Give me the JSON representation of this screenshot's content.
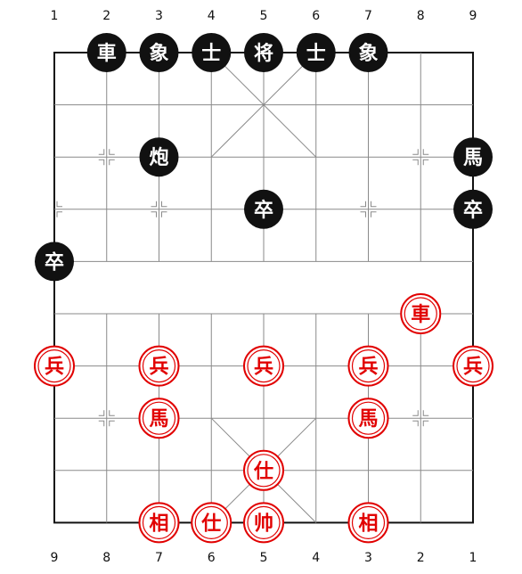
{
  "board": {
    "top_file_labels": [
      "1",
      "2",
      "3",
      "4",
      "5",
      "6",
      "7",
      "8",
      "9"
    ],
    "bottom_file_labels": [
      "9",
      "8",
      "7",
      "6",
      "5",
      "4",
      "3",
      "2",
      "1"
    ],
    "pieces": [
      {
        "side": "black",
        "glyph": "車",
        "col": 1,
        "row": 0,
        "name": "black-chariot"
      },
      {
        "side": "black",
        "glyph": "象",
        "col": 2,
        "row": 0,
        "name": "black-elephant"
      },
      {
        "side": "black",
        "glyph": "士",
        "col": 3,
        "row": 0,
        "name": "black-advisor"
      },
      {
        "side": "black",
        "glyph": "将",
        "col": 4,
        "row": 0,
        "name": "black-general"
      },
      {
        "side": "black",
        "glyph": "士",
        "col": 5,
        "row": 0,
        "name": "black-advisor"
      },
      {
        "side": "black",
        "glyph": "象",
        "col": 6,
        "row": 0,
        "name": "black-elephant"
      },
      {
        "side": "black",
        "glyph": "炮",
        "col": 2,
        "row": 2,
        "name": "black-cannon"
      },
      {
        "side": "black",
        "glyph": "馬",
        "col": 8,
        "row": 2,
        "name": "black-horse"
      },
      {
        "side": "black",
        "glyph": "卒",
        "col": 4,
        "row": 3,
        "name": "black-soldier"
      },
      {
        "side": "black",
        "glyph": "卒",
        "col": 8,
        "row": 3,
        "name": "black-soldier"
      },
      {
        "side": "black",
        "glyph": "卒",
        "col": 0,
        "row": 4,
        "name": "black-soldier"
      },
      {
        "side": "red",
        "glyph": "車",
        "col": 7,
        "row": 5,
        "name": "red-chariot"
      },
      {
        "side": "red",
        "glyph": "兵",
        "col": 0,
        "row": 6,
        "name": "red-soldier"
      },
      {
        "side": "red",
        "glyph": "兵",
        "col": 2,
        "row": 6,
        "name": "red-soldier"
      },
      {
        "side": "red",
        "glyph": "兵",
        "col": 4,
        "row": 6,
        "name": "red-soldier"
      },
      {
        "side": "red",
        "glyph": "兵",
        "col": 6,
        "row": 6,
        "name": "red-soldier"
      },
      {
        "side": "red",
        "glyph": "兵",
        "col": 8,
        "row": 6,
        "name": "red-soldier"
      },
      {
        "side": "red",
        "glyph": "馬",
        "col": 2,
        "row": 7,
        "name": "red-horse"
      },
      {
        "side": "red",
        "glyph": "馬",
        "col": 6,
        "row": 7,
        "name": "red-horse"
      },
      {
        "side": "red",
        "glyph": "仕",
        "col": 4,
        "row": 8,
        "name": "red-advisor"
      },
      {
        "side": "red",
        "glyph": "相",
        "col": 2,
        "row": 9,
        "name": "red-elephant"
      },
      {
        "side": "red",
        "glyph": "仕",
        "col": 3,
        "row": 9,
        "name": "red-advisor"
      },
      {
        "side": "red",
        "glyph": "帅",
        "col": 4,
        "row": 9,
        "name": "red-general"
      },
      {
        "side": "red",
        "glyph": "相",
        "col": 6,
        "row": 9,
        "name": "red-elephant"
      }
    ]
  },
  "colors": {
    "grid": "#8a8a8a",
    "border": "#111111",
    "black_piece_fill": "#111111",
    "black_piece_text": "#ffffff",
    "red_piece_fill": "#ffffff",
    "red_piece_stroke": "#e10000",
    "red_piece_text": "#e10000",
    "label_text": "#111111"
  }
}
